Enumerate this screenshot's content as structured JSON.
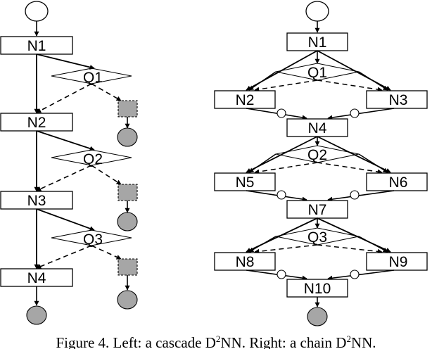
{
  "left_diagram": {
    "nodes": [
      "N1",
      "N2",
      "N3",
      "N4"
    ],
    "questions": [
      "Q1",
      "Q2",
      "Q3"
    ]
  },
  "right_diagram": {
    "nodes": [
      "N1",
      "N2",
      "N3",
      "N4",
      "N5",
      "N6",
      "N7",
      "N8",
      "N9",
      "N10"
    ],
    "questions": [
      "Q1",
      "Q2",
      "Q3"
    ]
  },
  "caption": {
    "part1": "Figure 4. Left: a cascade D",
    "sup1": "2",
    "part2": "NN. Right: a chain D",
    "sup2": "2",
    "part3": "NN."
  }
}
